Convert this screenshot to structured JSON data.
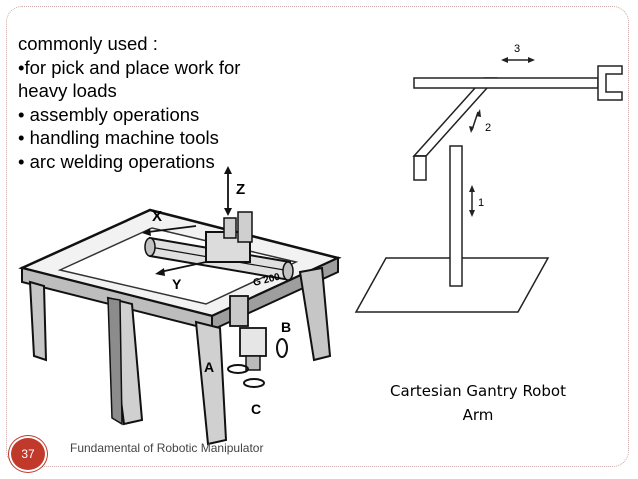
{
  "slide": {
    "body_lines": [
      "commonly used :",
      "•for pick and place work for",
      "heavy loads",
      "• assembly operations",
      "• handling machine tools",
      "• arc welding operations"
    ],
    "caption_line1": "Cartesian Gantry Robot",
    "caption_line2": "Arm",
    "page_number": "37",
    "footer": "Fundamental of Robotic Manipulator"
  },
  "gantry_figure": {
    "axis_labels": {
      "x": "X",
      "y": "Y",
      "z": "Z",
      "a": "A",
      "b": "B",
      "c": "C"
    },
    "beam_marking": "G 200"
  },
  "arm_figure": {
    "axis_labels": {
      "one": "1",
      "two": "2",
      "three": "3"
    }
  },
  "colors": {
    "accent": "#c0392b"
  }
}
